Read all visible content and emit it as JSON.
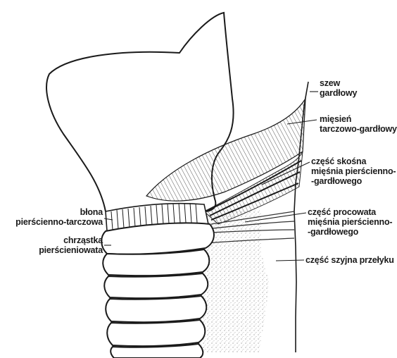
{
  "labels": {
    "szew_gardlowy": [
      "szew",
      "gardłowy"
    ],
    "miesien_tarczowo_gardlowy": [
      "mięsień",
      "tarczowo-gardłowy"
    ],
    "czesc_skosna": [
      "część skośna",
      "mięśnia pierścienno-",
      "-gardłowego"
    ],
    "czesc_procowata": [
      "część procowata",
      "mięśnia pierścienno-",
      "-gardłowego"
    ],
    "czesc_szyjna": [
      "część szyjna przełyku"
    ],
    "blona": [
      "błona",
      "pierścienno-tarczowa"
    ],
    "chrzastka": [
      "chrząstka",
      "pierścieniowata"
    ]
  },
  "colors": {
    "ink": "#1a1a1a",
    "shading": "#555555",
    "paper": "#ffffff"
  }
}
